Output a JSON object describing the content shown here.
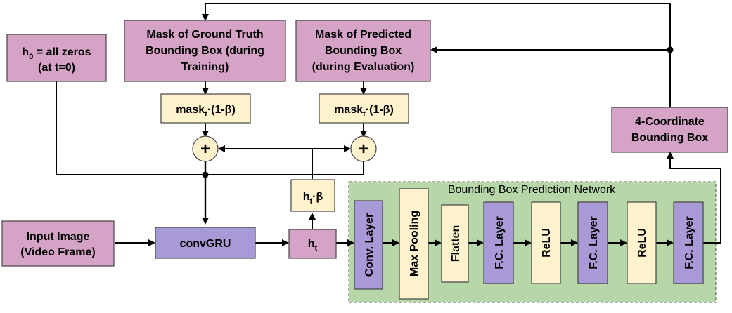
{
  "colors": {
    "pink": "#d5a3c6",
    "cream": "#fff2cc",
    "purple": "#a89ad6",
    "green": "#b7d7a8"
  },
  "nodes": {
    "h0": {
      "line1": "h",
      "sub": "0",
      "line1b": " = all zeros",
      "line2": "(at t=0)"
    },
    "mask_gt": {
      "lines": [
        "Mask of Ground Truth",
        "Bounding Box (during",
        "Training)"
      ]
    },
    "mask_pred": {
      "lines": [
        "Mask of Predicted",
        "Bounding Box",
        "(during Evaluation)"
      ]
    },
    "mask_beta_left": {
      "main": "mask",
      "sub": "t",
      "rest": "·(1-β)"
    },
    "mask_beta_right": {
      "main": "mask",
      "sub": "t",
      "rest": "·(1-β)"
    },
    "plus_left": "+",
    "plus_right": "+",
    "coord_box": {
      "lines": [
        "4-Coordinate",
        "Bounding Box"
      ]
    },
    "ht_beta": {
      "main": "h",
      "sub": "t",
      "rest": "·β"
    },
    "input_image": {
      "lines": [
        "Input Image",
        "(Video Frame)"
      ]
    },
    "convgru": "convGRU",
    "ht": {
      "main": "h",
      "sub": "t"
    }
  },
  "network": {
    "title": "Bounding Box Prediction Network",
    "layers": [
      "Conv. Layer",
      "Max Pooling",
      "Flatten",
      "F.C. Layer",
      "ReLU",
      "F.C. Layer",
      "ReLU",
      "F.C. Layer"
    ]
  }
}
